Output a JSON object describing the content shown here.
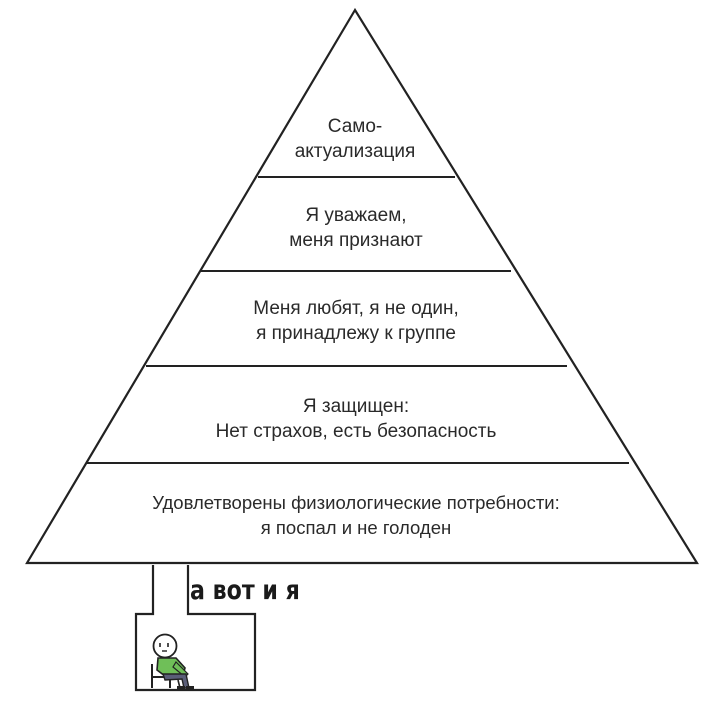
{
  "pyramid": {
    "levels": [
      {
        "line1": "Само-",
        "line2": "актуализация"
      },
      {
        "line1": "Я уважаем,",
        "line2": "меня признают"
      },
      {
        "line1": "Меня любят, я не один,",
        "line2": "я принадлежу к группе"
      },
      {
        "line1": "Я защищен:",
        "line2": "Нет страхов, есть безопасность"
      },
      {
        "line1": "Удовлетворены физиологические потребности:",
        "line2": "я поспал и не голоден"
      }
    ]
  },
  "basement": {
    "caption": "а вот и я",
    "figure_icon": "sitting-stickman-icon",
    "shirt_color": "#6fbf58"
  }
}
